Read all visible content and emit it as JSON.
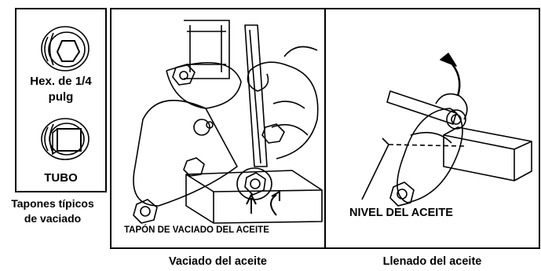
{
  "panels": {
    "plugs": {
      "hex_label": "Hex. de 1/4 pulg",
      "tube_label": "TUBO"
    },
    "drain": {
      "callout": "TAPÓN DE VACIADO DEL ACEITE",
      "caption": "Vaciado del aceite"
    },
    "fill": {
      "callout": "NIVEL DEL ACEITE",
      "caption": "Llenado del aceite"
    }
  },
  "side_caption": "Tapones típicos de vaciado"
}
